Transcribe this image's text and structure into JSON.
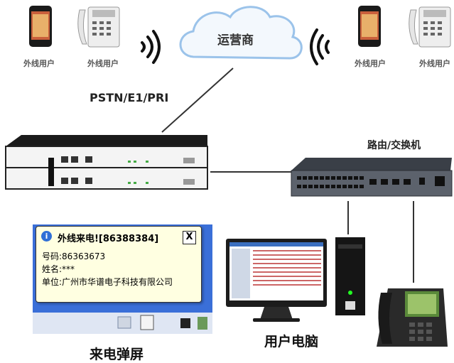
{
  "labels": {
    "external_user_1": "外线用户",
    "external_user_2": "外线用户",
    "external_user_3": "外线用户",
    "external_user_4": "外线用户",
    "carrier": "运营商",
    "pstn": "PSTN/E1/PRI",
    "router_switch": "路由/交换机",
    "user_pc": "用户电脑",
    "incoming_popup": "来电弹屏"
  },
  "popup": {
    "title": "外线来电![86388384]",
    "number": "号码:86363673",
    "name": "姓名:***",
    "unit": "单位:广州市华谱电子科技有限公司",
    "close": "X",
    "info": "i"
  },
  "colors": {
    "cloud_stroke": "#9bc3ea",
    "cloud_fill": "#eef5fc",
    "line": "#333333",
    "taskbar": "#2f59c9",
    "popup_bg": "#ffffe1"
  }
}
